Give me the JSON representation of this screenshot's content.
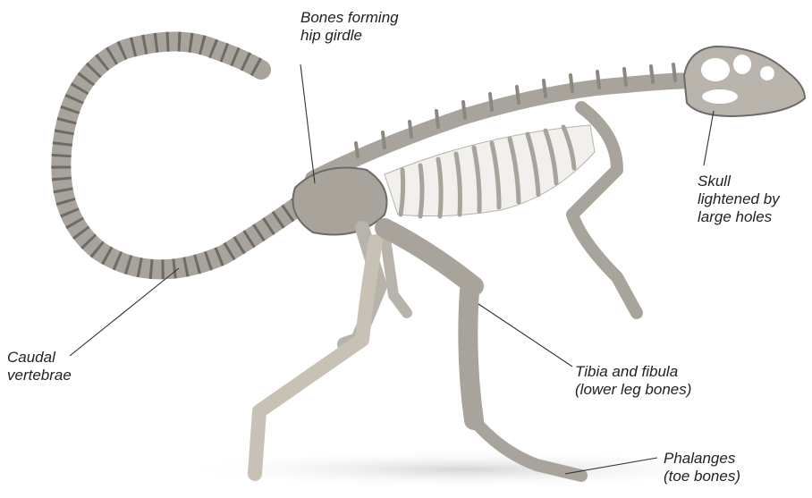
{
  "labels": {
    "hip_girdle": [
      "Bones forming",
      "hip girdle"
    ],
    "skull": [
      "Skull",
      "lightened by",
      "large holes"
    ],
    "caudal": [
      "Caudal",
      "vertebrae"
    ],
    "tibia": [
      "Tibia and fibula",
      "(lower leg bones)"
    ],
    "phalanges": [
      "Phalanges",
      "(toe bones)"
    ]
  },
  "colors": {
    "bone_light": "#d4d0c8",
    "bone_mid": "#a8a49c",
    "bone_dark": "#6e6b66",
    "leader_line": "#333333",
    "shadow": "#e6e6e6"
  }
}
